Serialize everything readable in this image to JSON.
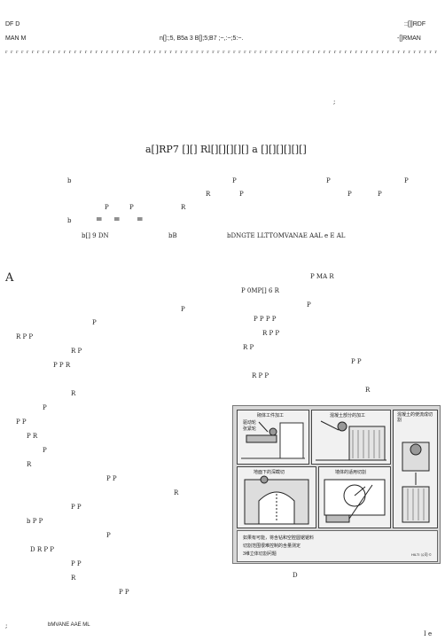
{
  "header": {
    "left_top": "DF          D",
    "left_bottom": "MAN   M",
    "center": "n[]:;5, B5a 3 B[];5;B7 ;~,:~;5:~.",
    "right_top": "::[]]RDF",
    "right_bottom": "-[]RMAN",
    "rule": "r r r r r r r r r r r r r r r r r r r r r r r r r r r r r r r r r r r r r r r r r r r r r r r r r r r r r r r r r r r r r r r r r r r r r r r r r r r r r r r r r r r r r r r r r r r r"
  },
  "marks": {
    "semicolon_right": ";"
  },
  "title": "a[]RP7 [][] Rl[][][][][] a [][][][][][]",
  "meta": {
    "row1": [
      "b",
      "P",
      "P",
      "P"
    ],
    "row2": [
      "R",
      "P",
      "P",
      "P"
    ],
    "row3": [
      "P",
      "P",
      "R"
    ],
    "row4": [
      "b",
      "=",
      "=",
      "="
    ],
    "row5": [
      "b[] 9 DN",
      "bB",
      "bDNGTE LLTTOMVANAE AAL e E  AL"
    ]
  },
  "body_left": {
    "dropcap": "A",
    "lines": [
      "P",
      "P",
      "R   P  P",
      "R   P",
      "P  P   R",
      "R",
      "P",
      "P   P",
      "P   R",
      "P",
      "R",
      "P   P",
      "R",
      "P   P",
      "b   P  P",
      "P",
      "D R   P  P",
      "P  P",
      "R",
      "P   P"
    ]
  },
  "body_right": {
    "lines": [
      "P  MA   R",
      "P   0MP[]  6   R",
      "P",
      "P   P  P  P",
      "R   P   P",
      "R   P",
      "P   P",
      "R  P   P",
      "R"
    ]
  },
  "figure": {
    "panels": [
      {
        "title": "砌体工件加工",
        "labels": [
          "驱动轮",
          "张紧轮"
        ]
      },
      {
        "title": "混凝土部分的加工",
        "labels": []
      },
      {
        "title": "混凝土的使流成切割",
        "labels": []
      },
      {
        "title": "地面下的深截切",
        "labels": []
      },
      {
        "title": "墙体的适用切割",
        "labels": []
      }
    ],
    "legend": [
      "如果有可能，将含钻和空腔圆锯锯料",
      "切割范围很难控制的含量测定",
      "3维立体切割问题"
    ],
    "credit": "HILTI 公司 ©"
  },
  "caption": "D",
  "footer": {
    "left_mark": ";",
    "left_text": "bMVANE AAE ML",
    "right_text": "I e"
  }
}
